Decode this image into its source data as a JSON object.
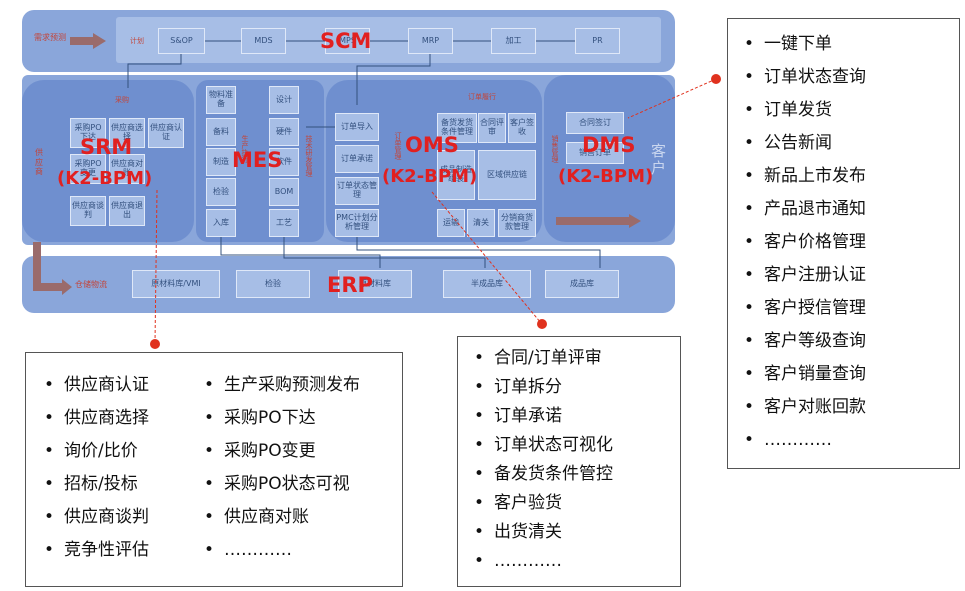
{
  "scm": {
    "label": "SCM",
    "demand": "需求预测",
    "plan": "计划",
    "steps": [
      "S&OP",
      "MDS",
      "MPS",
      "MRP",
      "加工",
      "PR"
    ]
  },
  "srm": {
    "label": "SRM",
    "sub": "(K2-BPM)",
    "side": "供应商",
    "head": "采购",
    "boxes": [
      "采购PO下达",
      "供应商选择",
      "供应商认证",
      "采购PO变更",
      "供应商对账",
      "供应商谈判",
      "供应商退出"
    ]
  },
  "mes": {
    "label": "MES",
    "sub": "",
    "left_boxes": [
      "物料准备",
      "备料",
      "制造",
      "检验",
      "入库"
    ],
    "mid": "生产执行",
    "right_boxes": [
      "设计",
      "硬件",
      "软件",
      "BOM",
      "工艺"
    ],
    "right_col": "技术研发管理"
  },
  "oms": {
    "label": "OMS",
    "sub": "(K2-BPM)",
    "head": "订单履行",
    "left_boxes": [
      "订单导入",
      "订单承诺",
      "订单状态管理",
      "PMC计划分析管理"
    ],
    "mid": "订单管理",
    "right_boxes": [
      "备货发货条件管理",
      "合同评审",
      "客户签收",
      "区域供应链",
      "运输",
      "清关",
      "分销商货款管理",
      "成品制造组装"
    ]
  },
  "dms": {
    "label": "DMS",
    "sub": "(K2-BPM)",
    "side": "销售管理",
    "boxes": [
      "合同签订",
      "销售订单"
    ],
    "customer": "客户"
  },
  "erp": {
    "label": "ERP",
    "head": "仓储物流",
    "boxes": [
      "原材料库/VMI",
      "检验",
      "原材料库",
      "半成品库",
      "成品库"
    ]
  },
  "lists": {
    "srm_left": [
      "供应商认证",
      "供应商选择",
      "询价/比价",
      "招标/投标",
      "供应商谈判",
      "竞争性评估"
    ],
    "srm_right": [
      "生产采购预测发布",
      "采购PO下达",
      "采购PO变更",
      "采购PO状态可视",
      "供应商对账",
      "…………"
    ],
    "oms": [
      "合同/订单评审",
      "订单拆分",
      "订单承诺",
      "订单状态可视化",
      "备发货条件管控",
      "客户验货",
      "出货清关",
      "…………"
    ],
    "dms": [
      "一键下单",
      "订单状态查询",
      "订单发货",
      "公告新闻",
      "新品上市发布",
      "产品退市通知",
      "客户价格管理",
      "客户注册认证",
      "客户授信管理",
      "客户等级查询",
      "客户销量查询",
      "客户对账回款",
      "…………"
    ]
  },
  "colors": {
    "accent": "#e12020",
    "panel": "#8aa6da",
    "dot": "#e0321e"
  }
}
